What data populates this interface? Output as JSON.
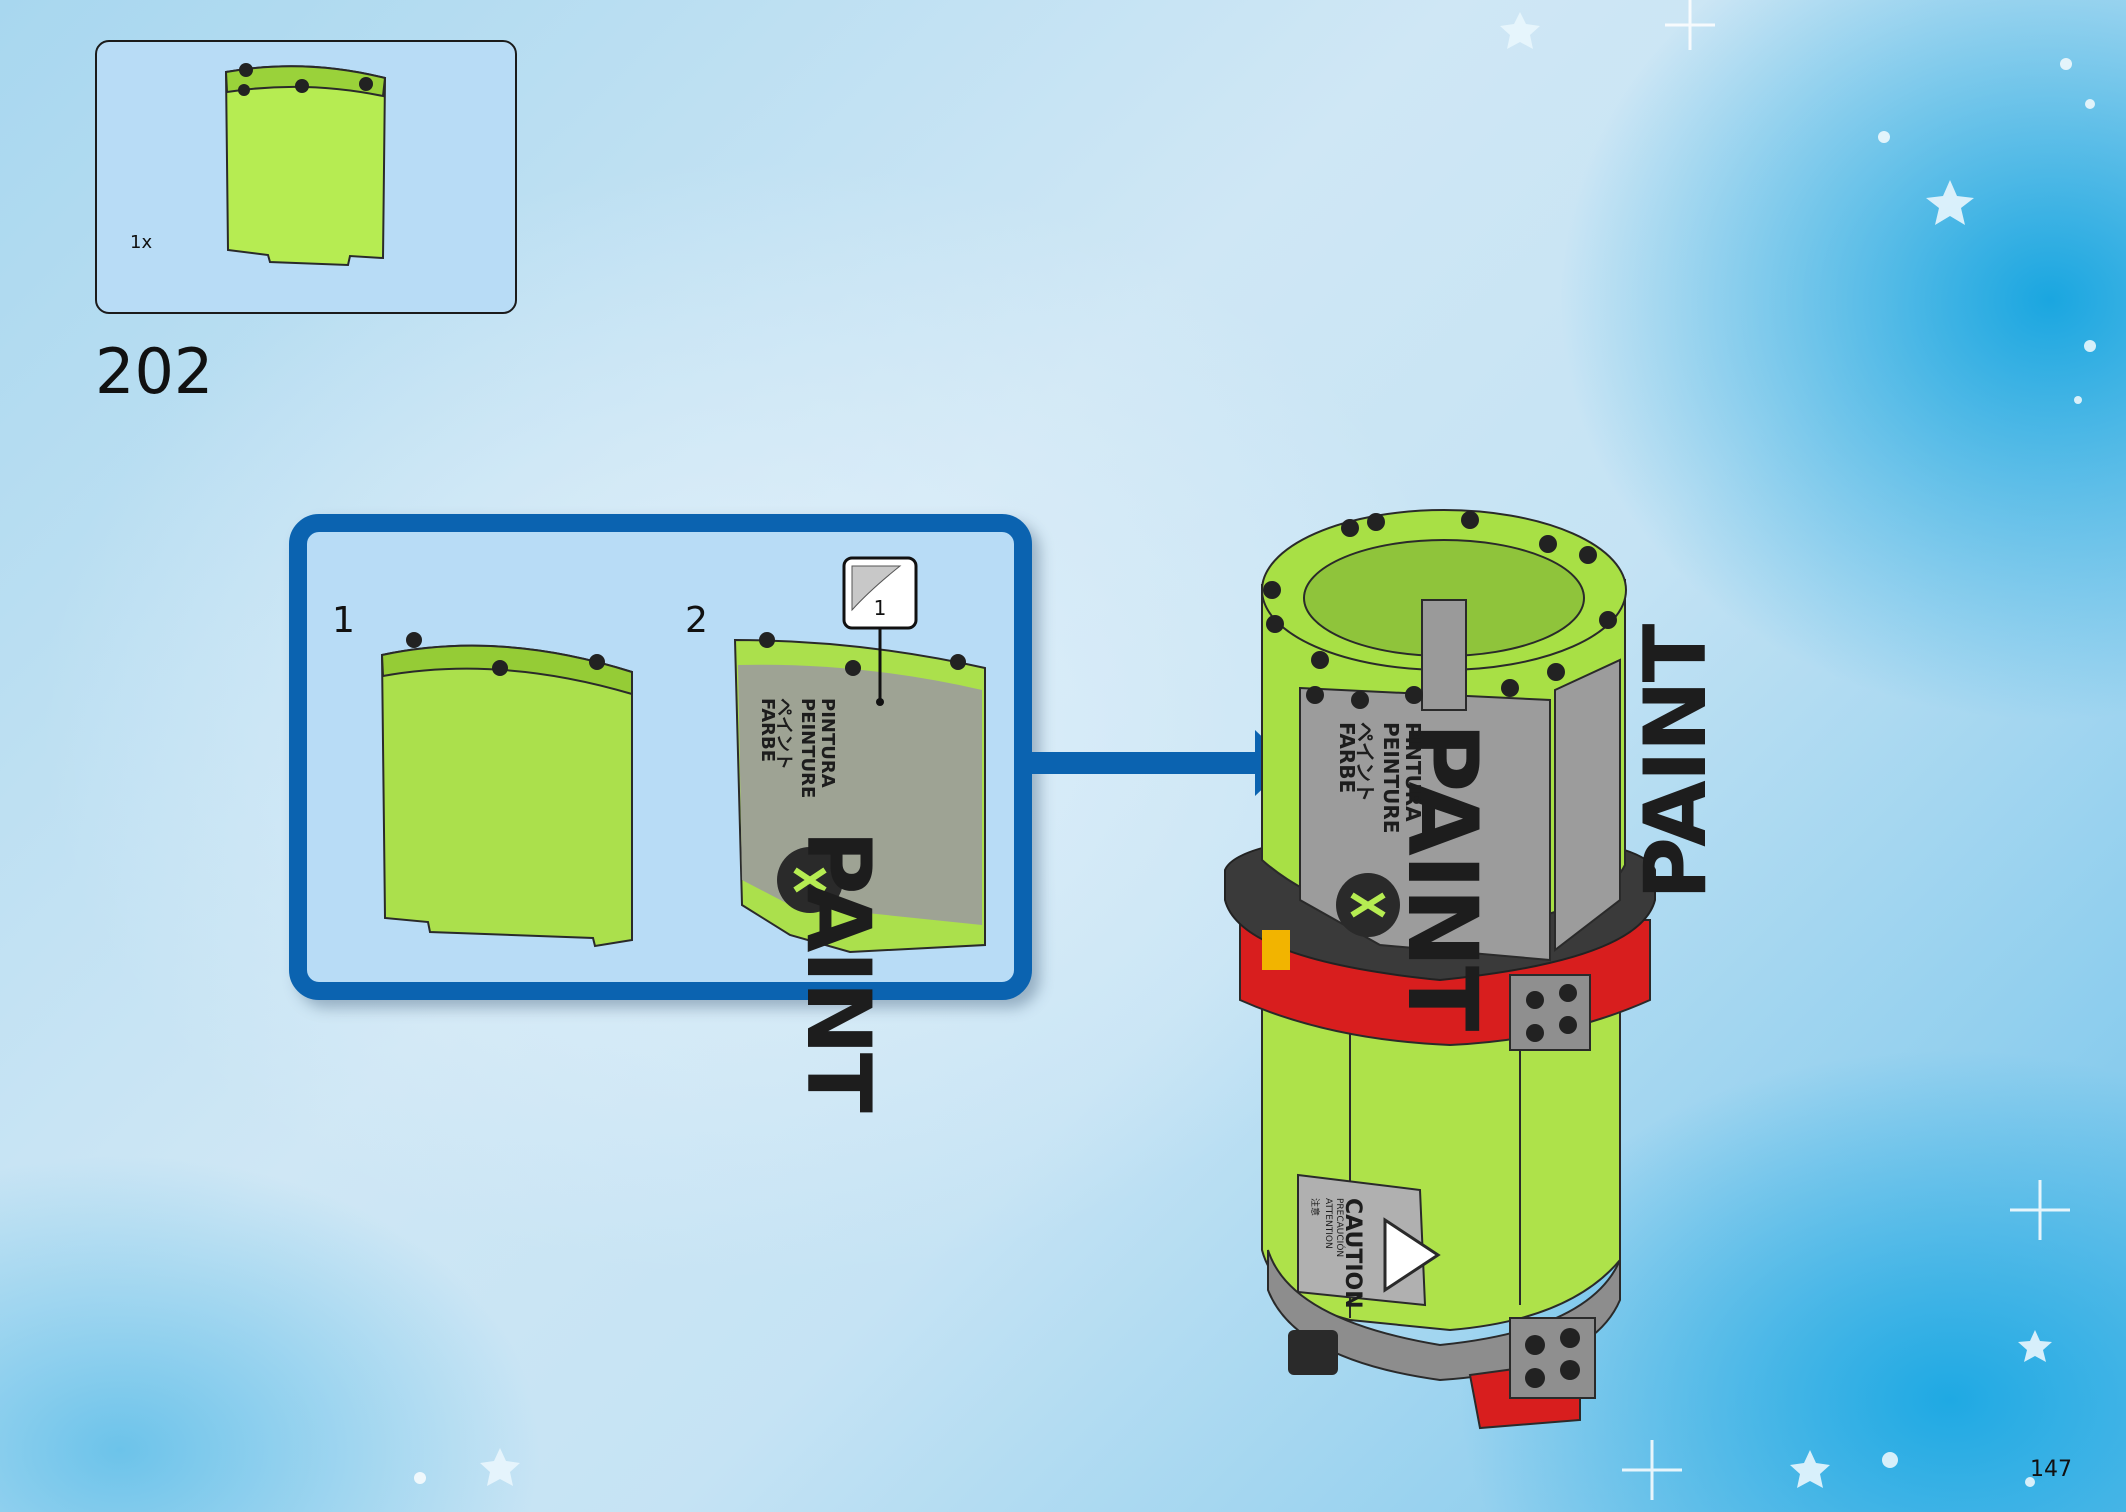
{
  "parts_list": {
    "quantity": "1x"
  },
  "step": {
    "number": "202"
  },
  "subassembly": {
    "sub_steps": [
      {
        "number": "1"
      },
      {
        "number": "2"
      }
    ],
    "sticker_callout": "1"
  },
  "decals": {
    "paint_big": "PAINT",
    "paint_langs": [
      "PINTURA",
      "PEINTURE",
      "ペイント",
      "FARBE"
    ],
    "caution": "CAUTION",
    "caution_small": [
      "PRECAUCIÓN",
      "ATTENTION",
      "注意"
    ]
  },
  "page": {
    "number": "147"
  },
  "colors": {
    "lime": "#a8e045",
    "blue": "#0b63b0",
    "red": "#d81e1e"
  },
  "icons": [
    "star-icon",
    "sparkle-icon",
    "arrow-right-icon",
    "gear-logo-icon",
    "warning-icon"
  ]
}
